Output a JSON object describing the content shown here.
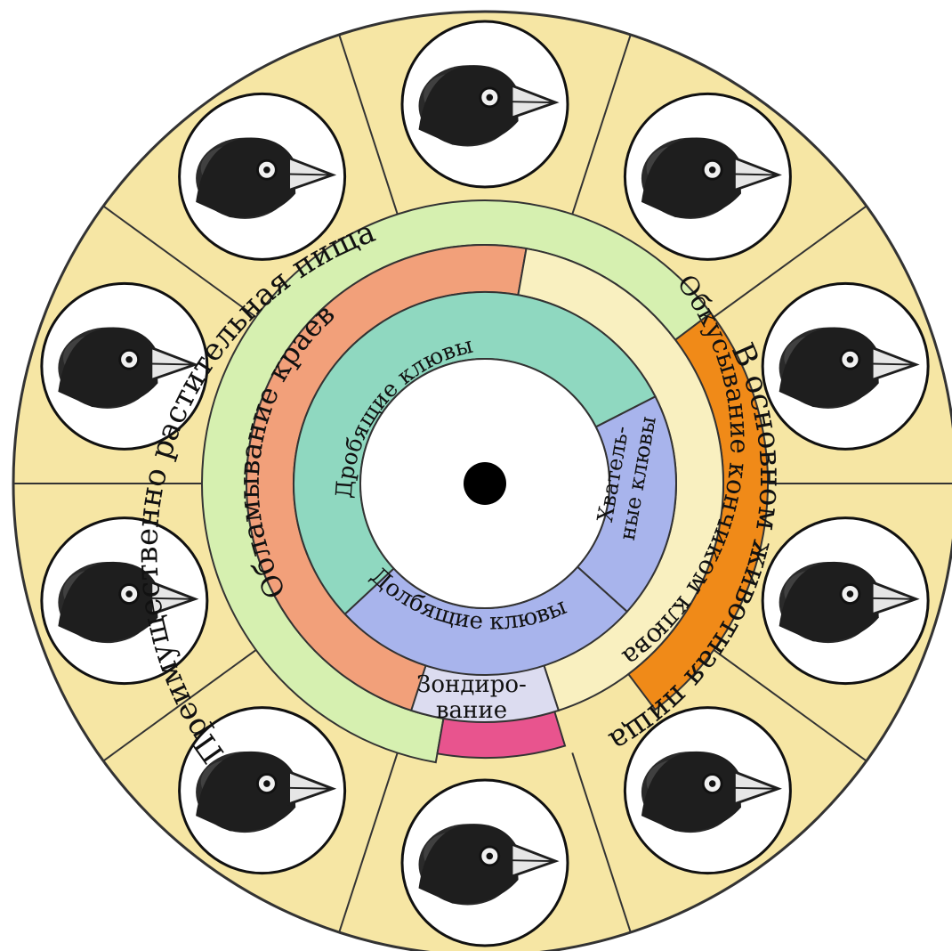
{
  "diagram": {
    "outer_band": {
      "label": "Преимущественно растительная пища",
      "animal_label": "В основном животная пища",
      "colors": {
        "plant": "#d6f0b0",
        "animal": "#f08a18",
        "pink": "#e8548e"
      }
    },
    "feeding_ring": {
      "breaking": {
        "label": "Обламывание краев",
        "color": "#f2a07a"
      },
      "biting": {
        "label": "Обкусывание кончиком клюва",
        "color": "#f9f0c0"
      },
      "probing": {
        "line1": "Зондиро-",
        "line2": "вание",
        "color": "#dcdcf0"
      }
    },
    "beak_ring": {
      "crushing": {
        "label": "Дробящие клювы",
        "color": "#8fd8c0"
      },
      "grasping": {
        "line1": "Хватель-",
        "line2": "ные клювы",
        "color": "#a8b4ec"
      },
      "pecking": {
        "label": "Долбящие клювы",
        "color": "#a8b4ec"
      }
    },
    "wheel": {
      "background": "#f6e6a4",
      "line": "#333333"
    },
    "birds": [
      {
        "name": "bird-head-top"
      },
      {
        "name": "bird-head-top-right"
      },
      {
        "name": "bird-head-right-upper"
      },
      {
        "name": "bird-head-right-lower"
      },
      {
        "name": "bird-head-bottom-right"
      },
      {
        "name": "bird-head-bottom"
      },
      {
        "name": "bird-head-bottom-left"
      },
      {
        "name": "bird-head-left-lower"
      },
      {
        "name": "bird-head-left-upper"
      },
      {
        "name": "bird-head-top-left"
      }
    ]
  }
}
